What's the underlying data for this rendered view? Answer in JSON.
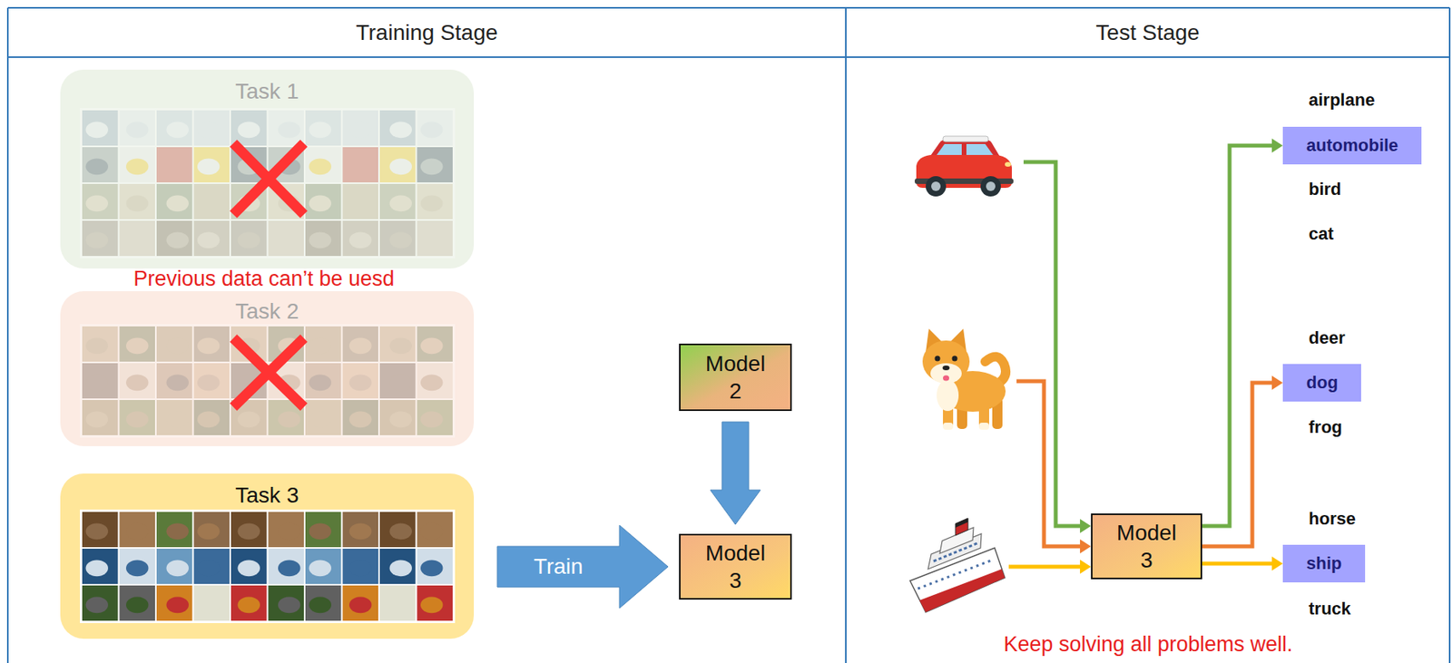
{
  "diagram": {
    "nodes": [
      {
        "text": [
          "Training Stage"
        ]
      },
      {
        "text": [
          "Test Stage"
        ]
      },
      {
        "text": [
          "Task 1"
        ]
      },
      {
        "text": [
          "Task 2"
        ]
      },
      {
        "text": [
          "Task 3"
        ]
      },
      {
        "text": [
          "Model 2"
        ]
      },
      {
        "text": [
          "Model 3"
        ]
      },
      {
        "text": [
          "Model 3"
        ]
      },
      {
        "text": [
          "automobile"
        ]
      },
      {
        "text": [
          "dog"
        ]
      },
      {
        "text": [
          "ship"
        ]
      }
    ],
    "edges": [
      {
        "from": 5,
        "to": 6,
        "arrow": "to"
      },
      {
        "from": 4,
        "to": 6,
        "label": "Train",
        "arrow": "to"
      },
      {
        "from": 7,
        "to": 8,
        "arrow": "to"
      },
      {
        "from": 7,
        "to": 9,
        "arrow": "to"
      },
      {
        "from": 7,
        "to": 10,
        "arrow": "to"
      }
    ],
    "labels": [
      "Previous data can’t be uesd",
      "airplane",
      "bird",
      "cat",
      "deer",
      "frog",
      "horse",
      "truck",
      "Keep solving all problems well."
    ]
  }
}
